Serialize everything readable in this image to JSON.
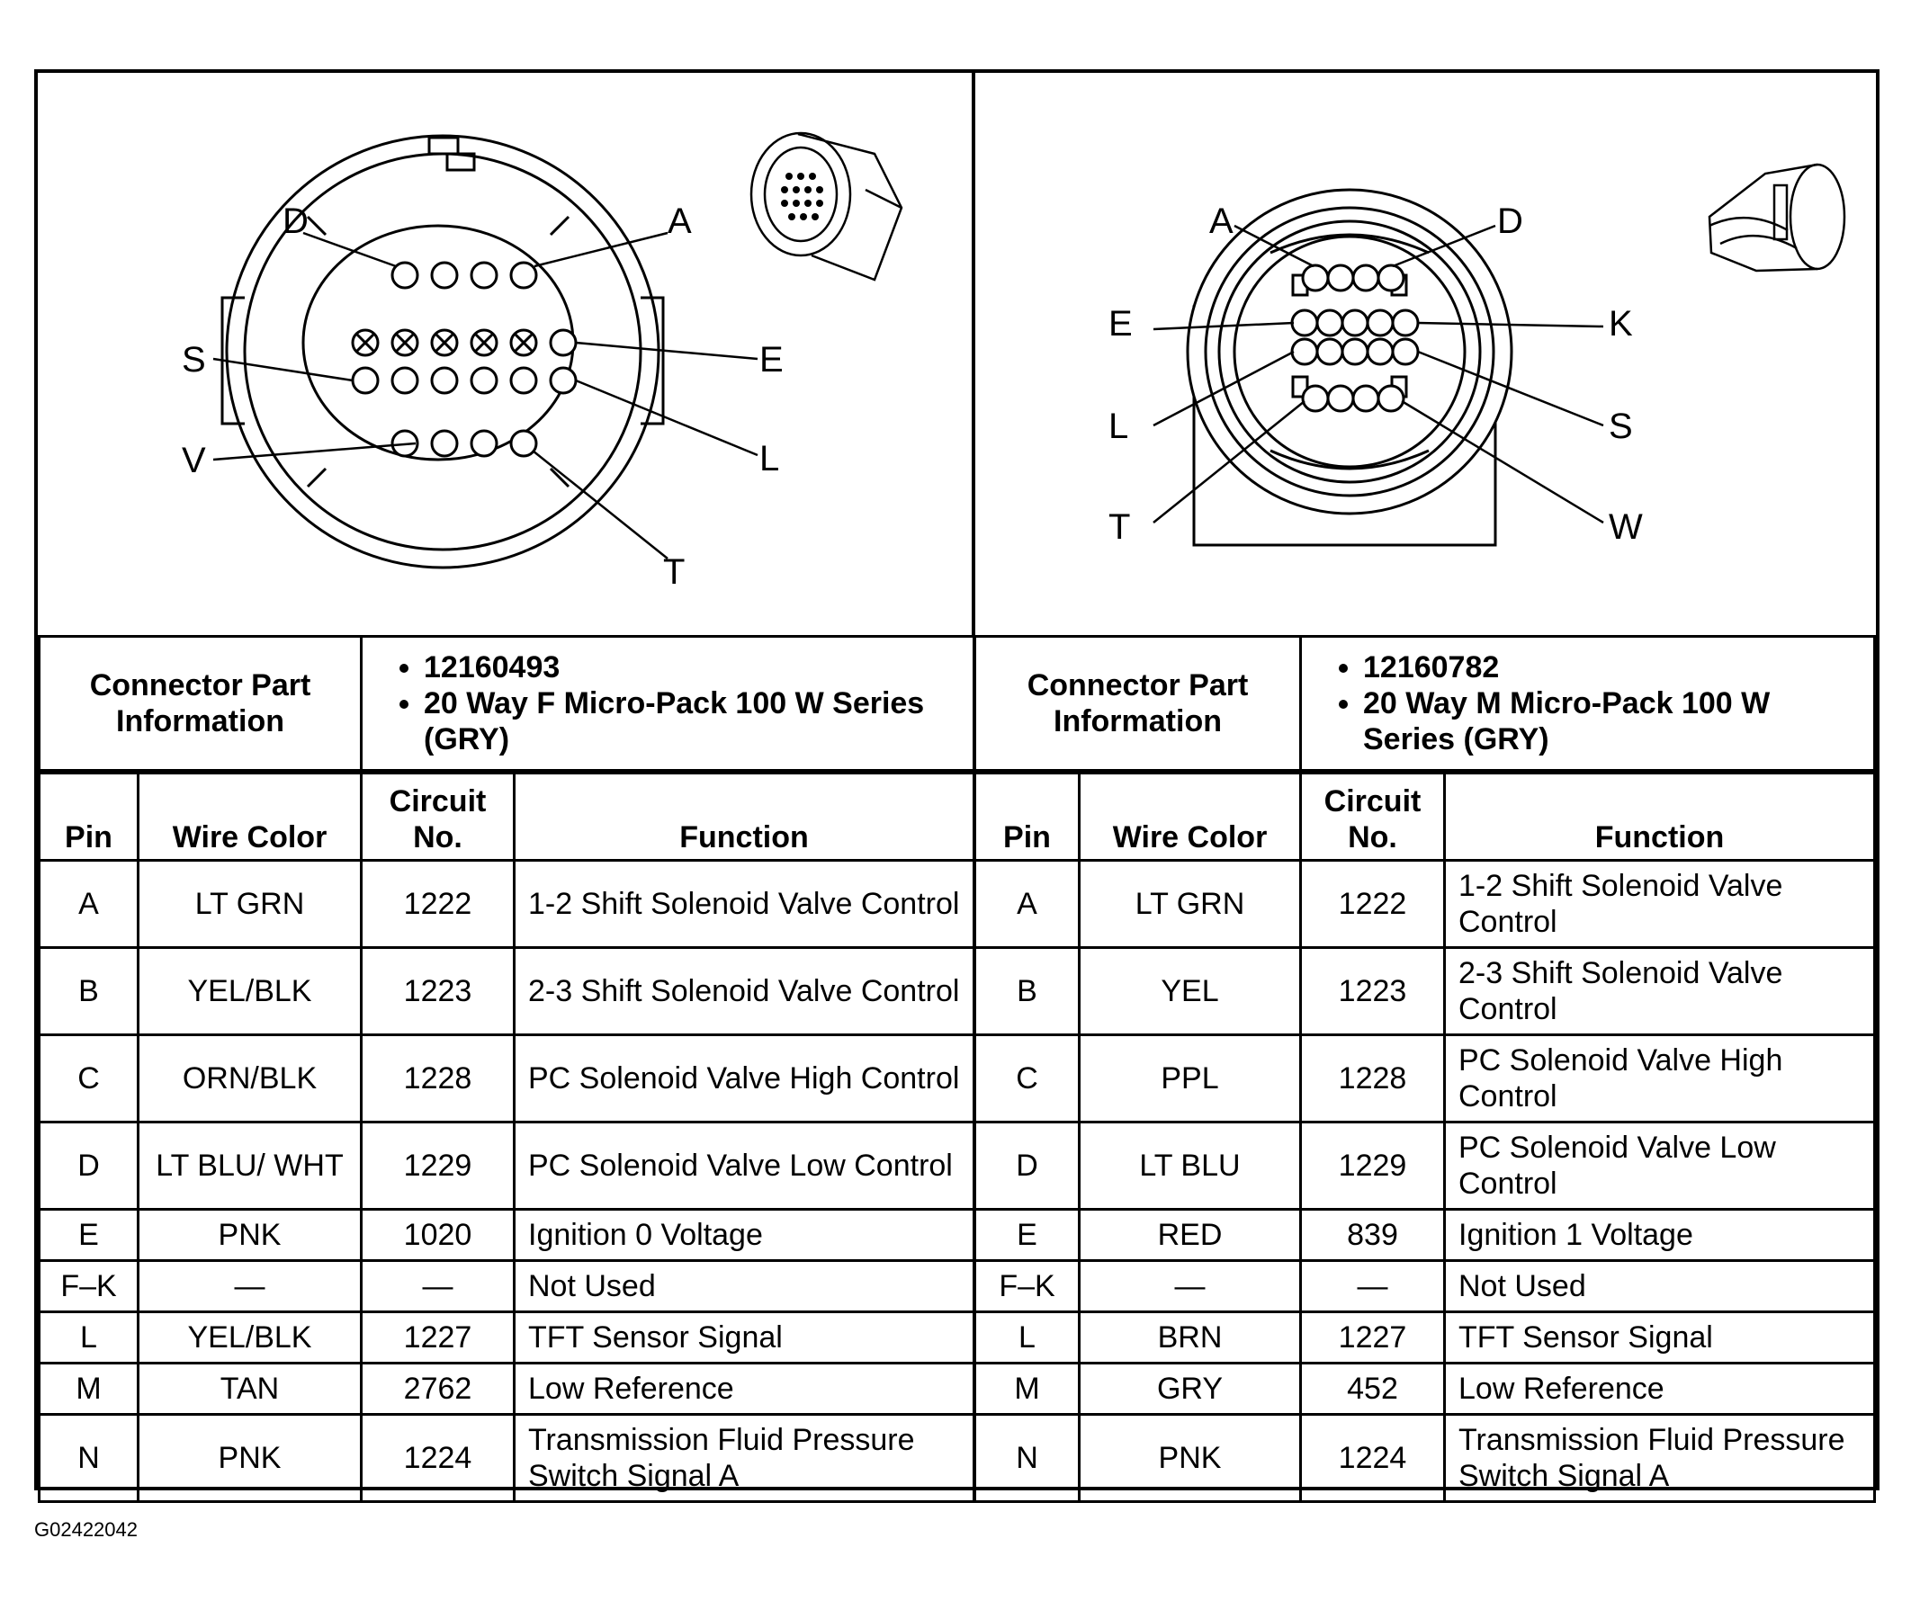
{
  "figure_id": "G02422042",
  "left": {
    "callouts": {
      "D": "D",
      "A": "A",
      "S": "S",
      "E": "E",
      "V": "V",
      "L": "L",
      "T": "T"
    },
    "info_label": "Connector Part Information",
    "info_items": [
      "12160493",
      "20 Way F Micro-Pack 100 W Series (GRY)"
    ],
    "headers": {
      "pin": "Pin",
      "wire_color": "Wire Color",
      "circuit": "Circuit No.",
      "function": "Function"
    },
    "rows": [
      {
        "pin": "A",
        "wire": "LT GRN",
        "circuit": "1222",
        "function": "1-2 Shift Solenoid Valve Control"
      },
      {
        "pin": "B",
        "wire": "YEL/BLK",
        "circuit": "1223",
        "function": "2-3 Shift Solenoid Valve Control"
      },
      {
        "pin": "C",
        "wire": "ORN/BLK",
        "circuit": "1228",
        "function": "PC Solenoid Valve High Control"
      },
      {
        "pin": "D",
        "wire": "LT BLU/ WHT",
        "circuit": "1229",
        "function": "PC Solenoid Valve Low Control"
      },
      {
        "pin": "E",
        "wire": "PNK",
        "circuit": "1020",
        "function": "Ignition 0 Voltage"
      },
      {
        "pin": "F–K",
        "wire": "—",
        "circuit": "—",
        "function": "Not Used"
      },
      {
        "pin": "L",
        "wire": "YEL/BLK",
        "circuit": "1227",
        "function": "TFT Sensor Signal"
      },
      {
        "pin": "M",
        "wire": "TAN",
        "circuit": "2762",
        "function": "Low Reference"
      },
      {
        "pin": "N",
        "wire": "PNK",
        "circuit": "1224",
        "function": "Transmission Fluid Pressure Switch Signal A"
      }
    ]
  },
  "right": {
    "callouts": {
      "A": "A",
      "D": "D",
      "E": "E",
      "K": "K",
      "L": "L",
      "S": "S",
      "T": "T",
      "W": "W"
    },
    "info_label": "Connector Part Information",
    "info_items": [
      "12160782",
      "20 Way M Micro-Pack 100 W Series (GRY)"
    ],
    "headers": {
      "pin": "Pin",
      "wire_color": "Wire Color",
      "circuit": "Circuit No.",
      "function": "Function"
    },
    "rows": [
      {
        "pin": "A",
        "wire": "LT GRN",
        "circuit": "1222",
        "function": "1-2 Shift Solenoid Valve Control"
      },
      {
        "pin": "B",
        "wire": "YEL",
        "circuit": "1223",
        "function": "2-3 Shift Solenoid Valve Control"
      },
      {
        "pin": "C",
        "wire": "PPL",
        "circuit": "1228",
        "function": "PC Solenoid Valve High Control"
      },
      {
        "pin": "D",
        "wire": "LT BLU",
        "circuit": "1229",
        "function": "PC Solenoid Valve Low Control"
      },
      {
        "pin": "E",
        "wire": "RED",
        "circuit": "839",
        "function": "Ignition 1 Voltage"
      },
      {
        "pin": "F–K",
        "wire": "—",
        "circuit": "—",
        "function": "Not Used"
      },
      {
        "pin": "L",
        "wire": "BRN",
        "circuit": "1227",
        "function": "TFT Sensor Signal"
      },
      {
        "pin": "M",
        "wire": "GRY",
        "circuit": "452",
        "function": "Low Reference"
      },
      {
        "pin": "N",
        "wire": "PNK",
        "circuit": "1224",
        "function": "Transmission Fluid Pressure Switch Signal A"
      }
    ]
  }
}
